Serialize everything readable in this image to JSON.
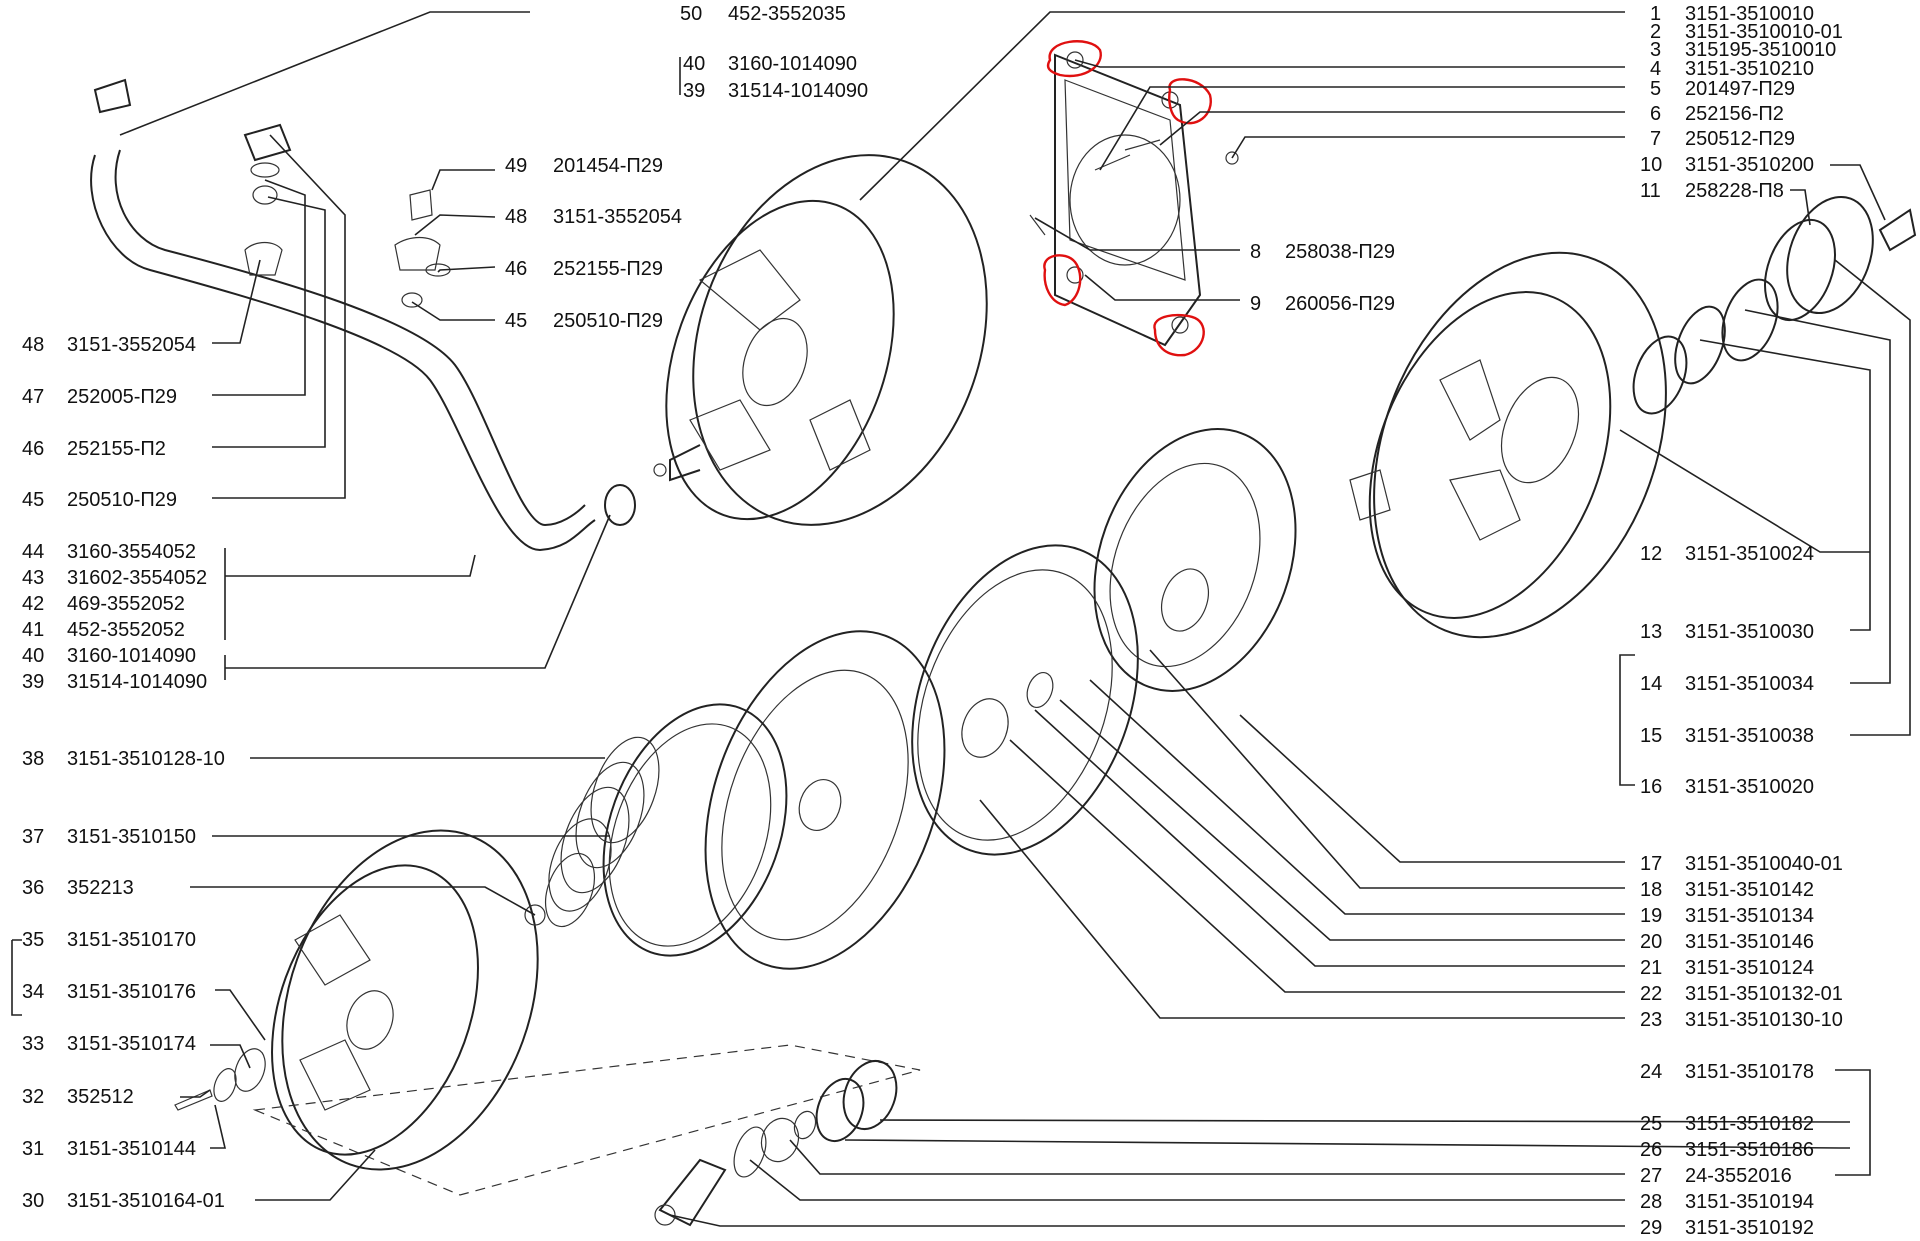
{
  "callouts": {
    "c50": {
      "num": "50",
      "code": "452-3552035"
    },
    "c40a": {
      "num": "40",
      "code": "3160-1014090"
    },
    "c39a": {
      "num": "39",
      "code": "31514-1014090"
    },
    "c49": {
      "num": "49",
      "code": "201454-П29"
    },
    "c48a": {
      "num": "48",
      "code": "3151-3552054"
    },
    "c46a": {
      "num": "46",
      "code": "252155-П29"
    },
    "c45a": {
      "num": "45",
      "code": "250510-П29"
    },
    "c48b": {
      "num": "48",
      "code": "3151-3552054"
    },
    "c47": {
      "num": "47",
      "code": "252005-П29"
    },
    "c46b": {
      "num": "46",
      "code": "252155-П2"
    },
    "c45b": {
      "num": "45",
      "code": "250510-П29"
    },
    "c44": {
      "num": "44",
      "code": "3160-3554052"
    },
    "c43": {
      "num": "43",
      "code": "31602-3554052"
    },
    "c42": {
      "num": "42",
      "code": "469-3552052"
    },
    "c41": {
      "num": "41",
      "code": "452-3552052"
    },
    "c40b": {
      "num": "40",
      "code": "3160-1014090"
    },
    "c39b": {
      "num": "39",
      "code": "31514-1014090"
    },
    "c38": {
      "num": "38",
      "code": "3151-3510128-10"
    },
    "c37": {
      "num": "37",
      "code": "3151-3510150"
    },
    "c36": {
      "num": "36",
      "code": "352213"
    },
    "c35": {
      "num": "35",
      "code": "3151-3510170"
    },
    "c34": {
      "num": "34",
      "code": "3151-3510176"
    },
    "c33": {
      "num": "33",
      "code": "3151-3510174"
    },
    "c32": {
      "num": "32",
      "code": "352512"
    },
    "c31": {
      "num": "31",
      "code": "3151-3510144"
    },
    "c30": {
      "num": "30",
      "code": "3151-3510164-01"
    },
    "c1": {
      "num": "1",
      "code": "3151-3510010"
    },
    "c2": {
      "num": "2",
      "code": "3151-3510010-01"
    },
    "c3": {
      "num": "3",
      "code": "315195-3510010"
    },
    "c4": {
      "num": "4",
      "code": "3151-3510210"
    },
    "c5": {
      "num": "5",
      "code": "201497-П29"
    },
    "c6": {
      "num": "6",
      "code": "252156-П2"
    },
    "c7": {
      "num": "7",
      "code": "250512-П29"
    },
    "c10": {
      "num": "10",
      "code": "3151-3510200"
    },
    "c11": {
      "num": "11",
      "code": "258228-П8"
    },
    "c8": {
      "num": "8",
      "code": "258038-П29"
    },
    "c9": {
      "num": "9",
      "code": "260056-П29"
    },
    "c12": {
      "num": "12",
      "code": "3151-3510024"
    },
    "c13": {
      "num": "13",
      "code": "3151-3510030"
    },
    "c14": {
      "num": "14",
      "code": "3151-3510034"
    },
    "c15": {
      "num": "15",
      "code": "3151-3510038"
    },
    "c16": {
      "num": "16",
      "code": "3151-3510020"
    },
    "c17": {
      "num": "17",
      "code": "3151-3510040-01"
    },
    "c18": {
      "num": "18",
      "code": "3151-3510142"
    },
    "c19": {
      "num": "19",
      "code": "3151-3510134"
    },
    "c20": {
      "num": "20",
      "code": "3151-3510146"
    },
    "c21": {
      "num": "21",
      "code": "3151-3510124"
    },
    "c22": {
      "num": "22",
      "code": "3151-3510132-01"
    },
    "c23": {
      "num": "23",
      "code": "3151-3510130-10"
    },
    "c24": {
      "num": "24",
      "code": "3151-3510178"
    },
    "c25": {
      "num": "25",
      "code": "3151-3510182"
    },
    "c26": {
      "num": "26",
      "code": "3151-3510186"
    },
    "c27": {
      "num": "27",
      "code": "24-3552016"
    },
    "c28": {
      "num": "28",
      "code": "3151-3510194"
    },
    "c29": {
      "num": "29",
      "code": "3151-3510192"
    }
  },
  "highlight_color": "#e01010",
  "line_color": "#222222"
}
